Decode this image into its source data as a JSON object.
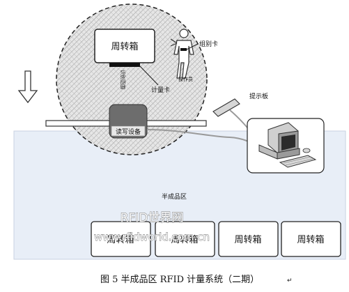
{
  "diagram": {
    "caption": "图 5 半成品区 RFID 计量系统（二期）",
    "caption_mark": "↵",
    "zone_label": "半成品区",
    "top_crate_label": "周转箱",
    "bottom_crates": [
      "周转箱",
      "周转箱",
      "周转箱",
      "周转箱"
    ],
    "reader_label": "读写设备",
    "read_range_label": "识别范围",
    "counting_card_label": "计量卡",
    "group_card_label": "组别卡",
    "operator_label": "操作员",
    "display_board_label": "提示板",
    "watermark_line1": "RFID世界网",
    "watermark_line2": "www.rfidworld.com.cn",
    "colors": {
      "zone_fill": "#e8eef7",
      "circle_fill": "#e0e0e0",
      "reader_fill": "#6d6d6d",
      "crate_fill": "#ffffff",
      "outline": "#222222"
    }
  }
}
